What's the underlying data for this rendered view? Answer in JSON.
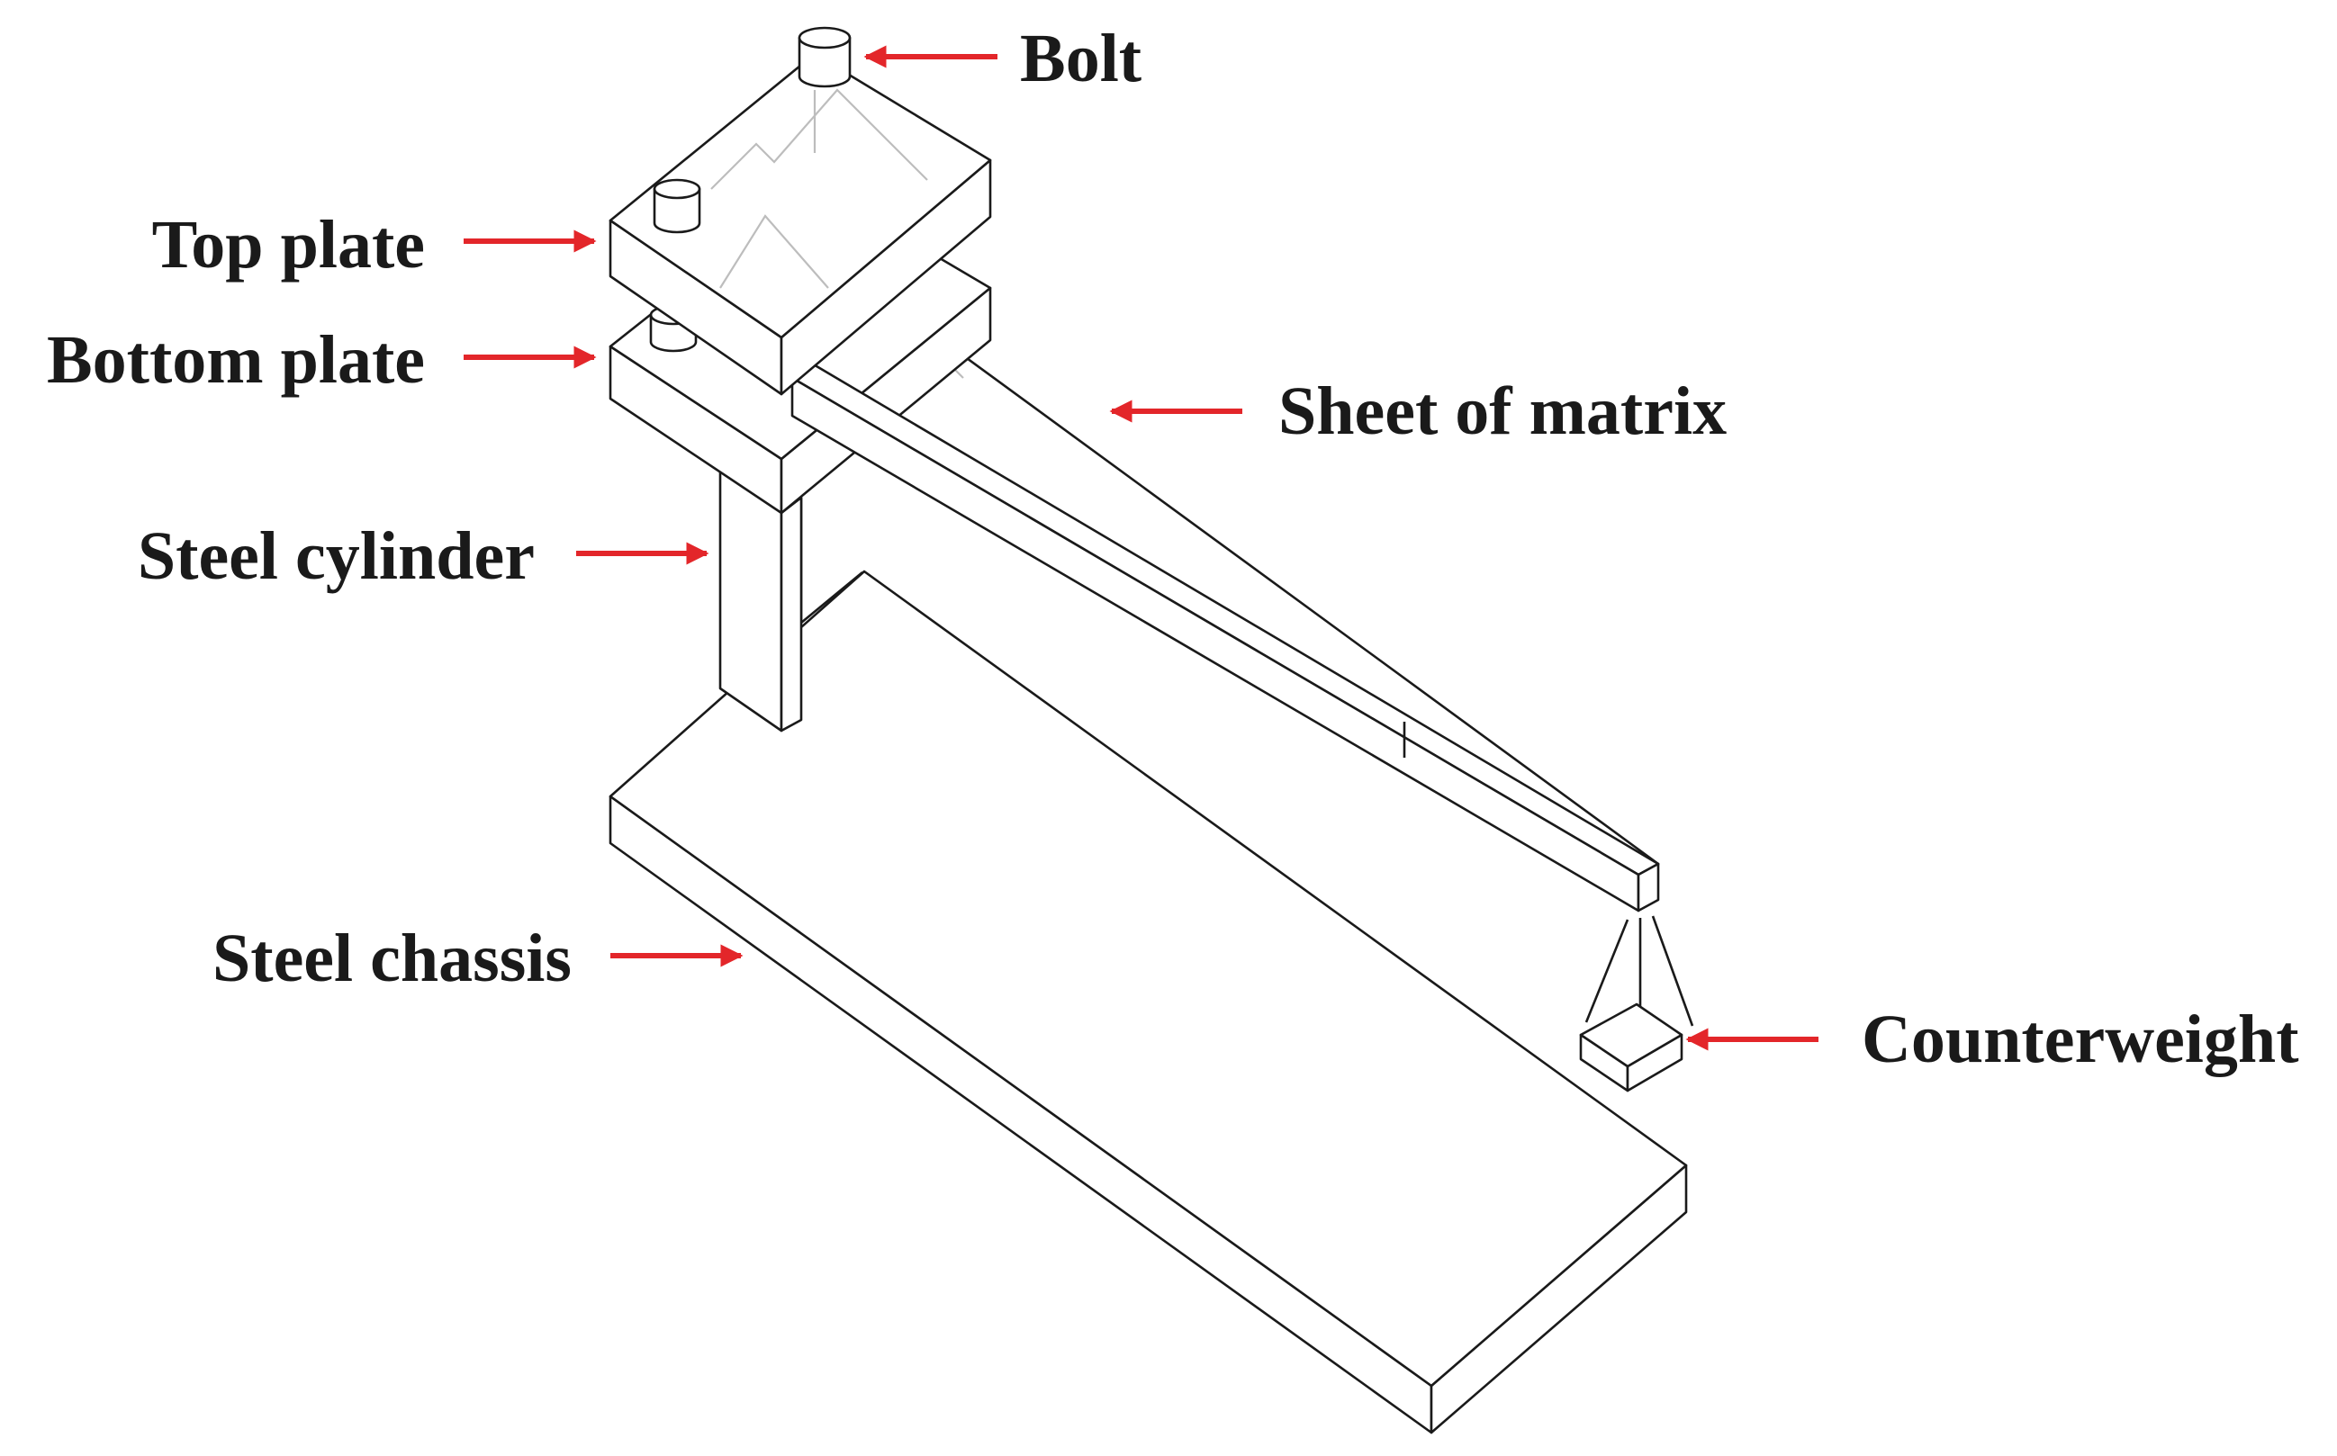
{
  "labels": {
    "bolt": "Bolt",
    "top_plate": "Top plate",
    "bottom_plate": "Bottom plate",
    "sheet_of_matrix": "Sheet of matrix",
    "steel_cylinder": "Steel cylinder",
    "steel_chassis": "Steel chassis",
    "counterweight": "Counterweight"
  },
  "colors": {
    "arrow": "#e3262a",
    "line": "#1a1a1a",
    "hidden_line": "#bdbdbd",
    "background": "#ffffff"
  }
}
